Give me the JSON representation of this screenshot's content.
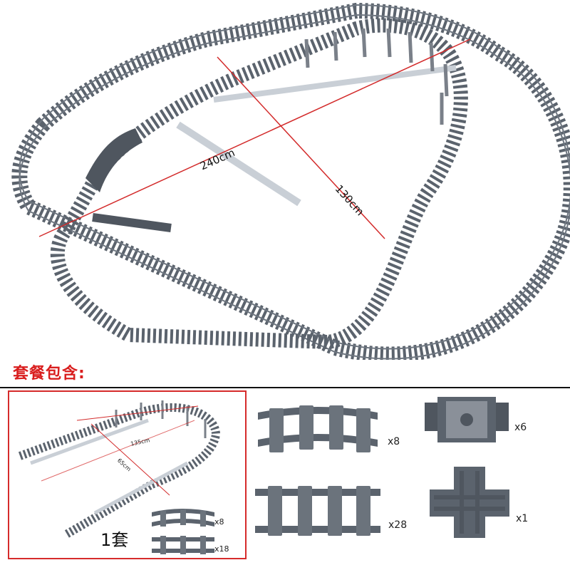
{
  "main_photo": {
    "length_label": "240cm",
    "width_label": "130cm",
    "track_color": "#5b636d",
    "measure_color": "#d32b2b"
  },
  "package": {
    "title": "套餐包含:",
    "inset": {
      "length_label": "135cm",
      "width_label": "65cm",
      "set_count": "1套",
      "curve_qty": "x8",
      "straight_qty": "x18"
    },
    "parts": [
      {
        "name": "curved-track",
        "qty": "x8"
      },
      {
        "name": "flexible-switch",
        "qty": "x6"
      },
      {
        "name": "straight-track",
        "qty": "x28"
      },
      {
        "name": "crossing",
        "qty": "x1"
      }
    ]
  }
}
